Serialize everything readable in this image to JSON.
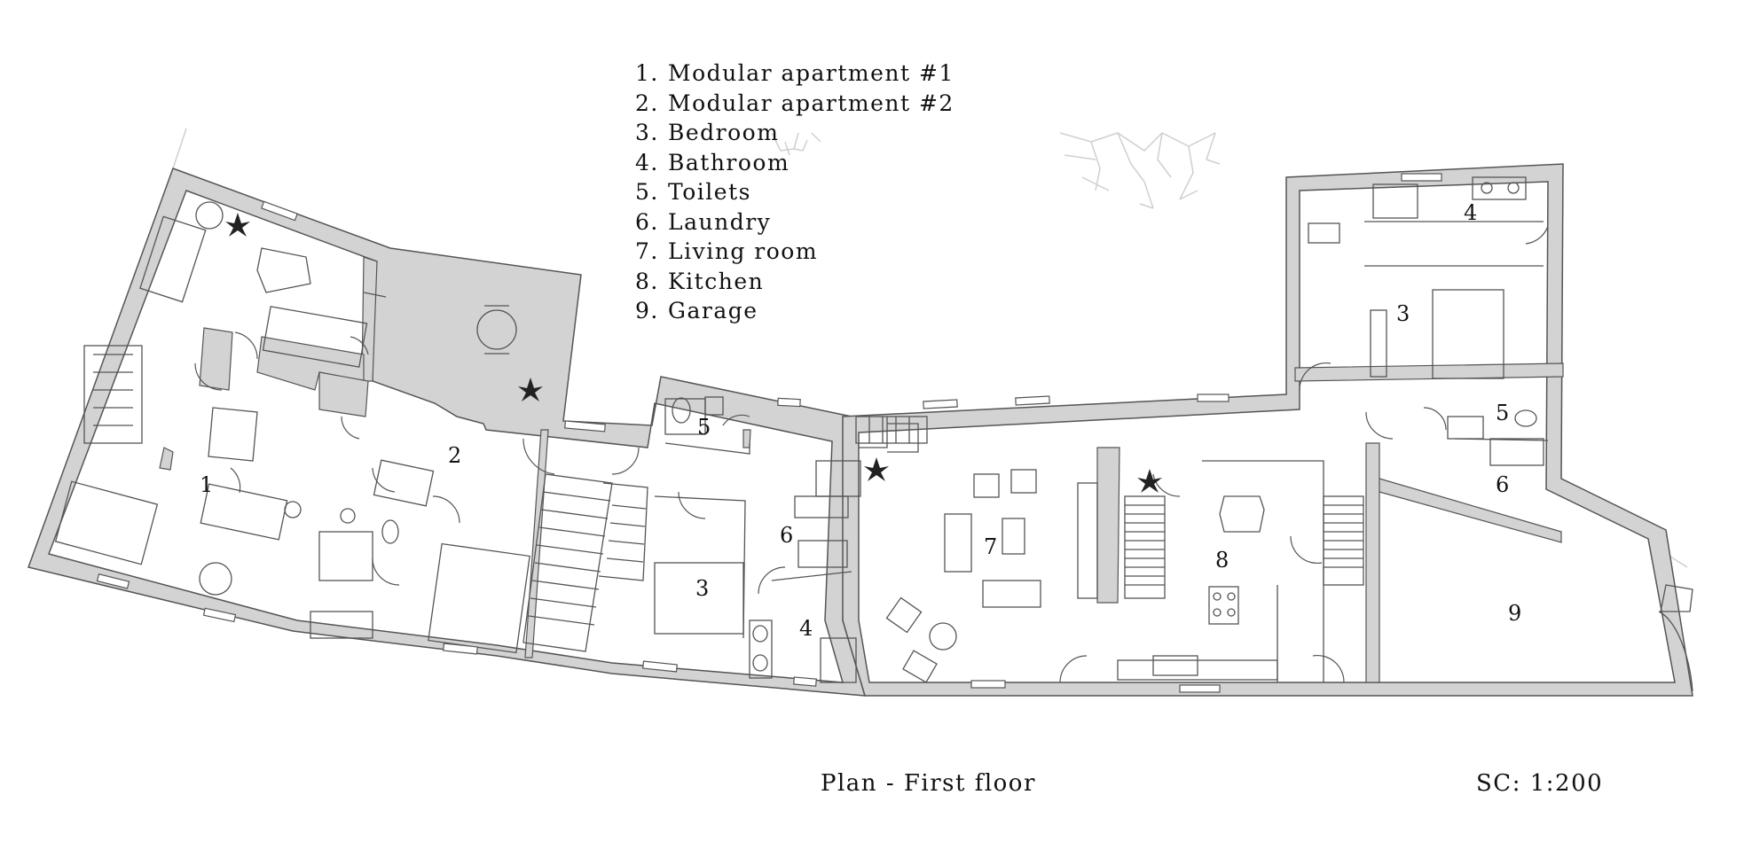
{
  "legend": {
    "items": [
      {
        "num": "1.",
        "label": "Modular apartment #1"
      },
      {
        "num": "2.",
        "label": "Modular apartment #2"
      },
      {
        "num": "3.",
        "label": "Bedroom"
      },
      {
        "num": "4.",
        "label": "Bathroom"
      },
      {
        "num": "5.",
        "label": "Toilets"
      },
      {
        "num": "6.",
        "label": "Laundry"
      },
      {
        "num": "7.",
        "label": "Living room"
      },
      {
        "num": "8.",
        "label": "Kitchen"
      },
      {
        "num": "9.",
        "label": "Garage"
      }
    ]
  },
  "room_labels": [
    "1",
    "2",
    "3",
    "5",
    "6",
    "4",
    "7",
    "8",
    "4",
    "3",
    "5",
    "6",
    "9"
  ],
  "title": "Plan - First floor",
  "scale": "SC: 1:200",
  "colors": {
    "wall": "#d3d3d3",
    "line": "#555555",
    "text": "#111111"
  }
}
